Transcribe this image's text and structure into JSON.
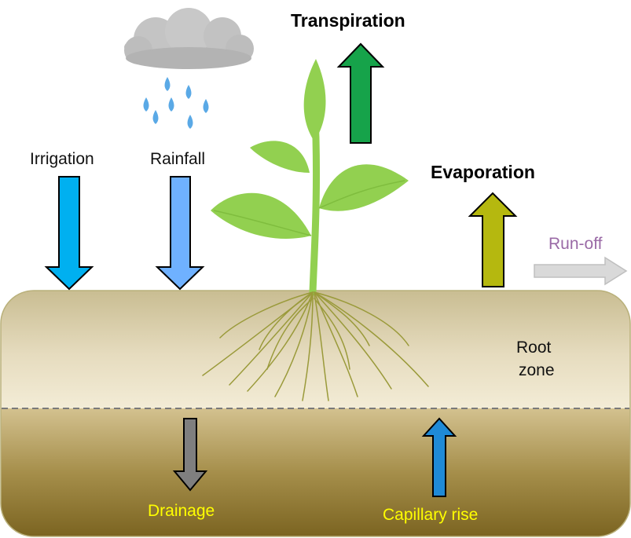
{
  "labels": {
    "irrigation": "Irrigation",
    "rainfall": "Rainfall",
    "transpiration": "Transpiration",
    "evaporation": "Evaporation",
    "runoff": "Run-off",
    "root_zone_line1": "Root",
    "root_zone_line2": "zone",
    "drainage": "Drainage",
    "capillary_rise": "Capillary rise"
  },
  "colors": {
    "irrigation_arrow": "#00b0f0",
    "rainfall_arrow": "#6fb1ff",
    "transpiration_arrow": "#16a34a",
    "evaporation_arrow": "#b5b80f",
    "runoff_arrow": "#d9d9d9",
    "runoff_text": "#9a6aa6",
    "drainage_arrow": "#7f7f7f",
    "capillary_arrow": "#1f8ad6",
    "subsoil_text": "#ffff00",
    "plant": "#92d050",
    "roots": "#9a9a3a",
    "cloud": "#bfbfbf",
    "raindrop": "#5aa9e6"
  },
  "icons": {
    "cloud": "cloud-icon",
    "rain": "raindrops-icon",
    "plant": "seedling-icon",
    "roots": "roots-icon"
  }
}
